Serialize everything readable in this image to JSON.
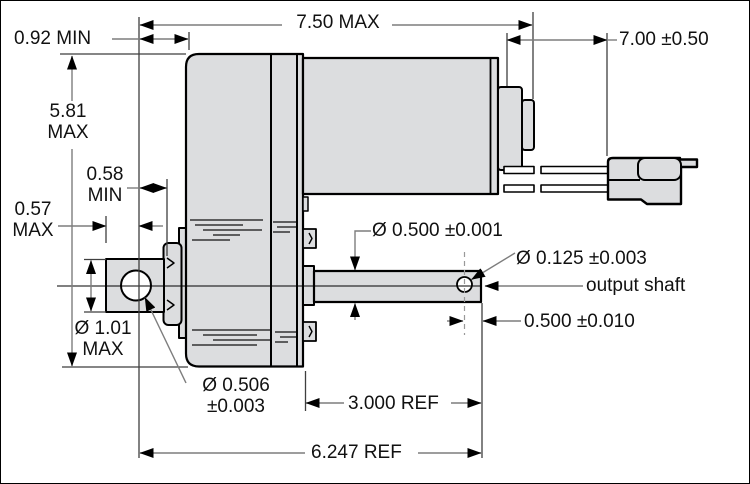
{
  "colors": {
    "background": "#ffffff",
    "part_fill": "#dcdddf",
    "outline": "#000000",
    "dim_line": "#7d7d7d",
    "extension_line": "#3f3f3f",
    "text": "#111111"
  },
  "labels": {
    "dim_750_max": "7.50 MAX",
    "dim_092_min": "0.92 MIN",
    "dim_700": "7.00 ±0.50",
    "dim_581_max": "5.81\nMAX",
    "dim_058_min": "0.58\nMIN",
    "dim_057_max": "0.57\nMAX",
    "dim_dia_101_max": "Ø 1.01\nMAX",
    "dim_dia_0506": "Ø 0.506\n±0.003",
    "dim_dia_0500": "Ø 0.500 ±0.001",
    "dim_dia_0125": "Ø 0.125 ±0.003",
    "label_output_shaft": "output shaft",
    "dim_0500_len": "0.500 ±0.010",
    "dim_3000_ref": "3.000 REF",
    "dim_6247_ref": "6.247 REF"
  }
}
